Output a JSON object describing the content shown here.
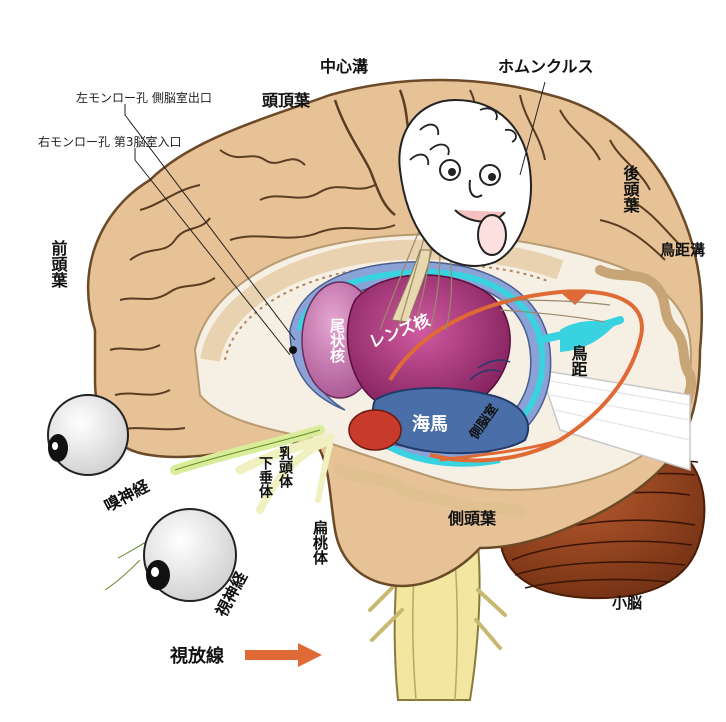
{
  "labels": {
    "central_sulcus": "中心溝",
    "parietal_lobe": "頭頂葉",
    "homunculus": "ホムンクルス",
    "occipital_lobe": "後頭葉",
    "calcarine_sulcus": "鳥距溝",
    "frontal_lobe": "前頭葉",
    "left_monro": "左モンロー孔 側脳室出口",
    "right_monro": "右モンロー孔 第3脳室入口",
    "caudate_nucleus": "尾状核",
    "lentiform_nucleus": "レンズ核",
    "calcar": "鳥距",
    "hippocampus": "海馬",
    "lateral_ventricle": "側脳室",
    "olfactory_nerve": "嗅神経",
    "mammillary_body": "乳頭体",
    "pituitary": "下垂体",
    "amygdala": "扁桃体",
    "temporal_lobe": "側頭葉",
    "optic_nerve": "視神経",
    "cerebellum": "小脳",
    "line_of_sight": "視放線"
  },
  "colors": {
    "cortex": "#e6c296",
    "sulcus": "#5a3d22",
    "white_matter": "#f6efe3",
    "caudate": "#c06aa8",
    "lentiform": "#9b2b73",
    "ventricle": "#8aa2d6",
    "ventricle_cyan": "#38d2e0",
    "hippocampus": "#4a6fa8",
    "optic_radiation": "#e06a36",
    "cerebellum": "#9b4a22",
    "brainstem": "#f2e6a0",
    "nerve": "#d8ec9a"
  },
  "icons": {
    "eye_upper": "eyeball-icon",
    "eye_lower": "eyeball-icon",
    "arrow": "arrow-right-icon"
  }
}
